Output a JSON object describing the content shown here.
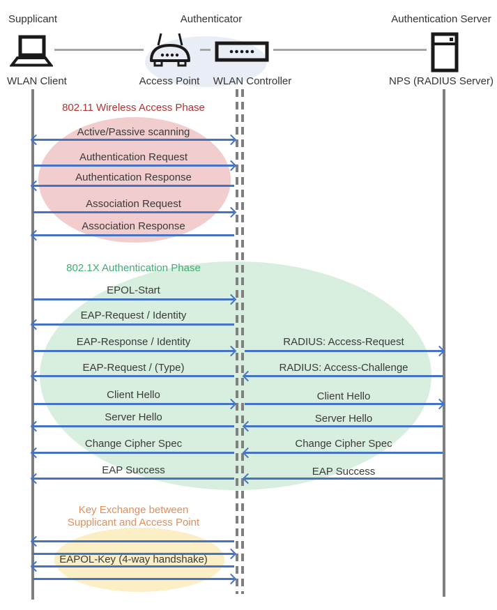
{
  "actors": {
    "supplicant": {
      "role": "Supplicant",
      "device": "WLAN Client"
    },
    "authenticator": {
      "role": "Authenticator",
      "ap_label": "Access Point",
      "controller_label": "WLAN Controller"
    },
    "auth_server": {
      "role": "Authentication Server",
      "device": "NPS (RADIUS Server)"
    }
  },
  "colors": {
    "arrow": "#4472c4",
    "lifeline": "#7f7f7f",
    "phase1_fill": "#f1cdcd",
    "phase1_title": "#b03333",
    "phase2_fill": "#d8eedf",
    "phase2_title": "#3fad72",
    "phase3_fill": "#fceec5",
    "phase3_title": "#e08f5f",
    "authenticator_fill": "#e9edf5"
  },
  "phases": [
    {
      "title": "802.11 Wireless Access Phase",
      "messages": [
        {
          "label": "Active/Passive scanning",
          "dir": "both"
        },
        {
          "label": "Authentication Request",
          "dir": "right"
        },
        {
          "label": "Authentication Response",
          "dir": "left"
        },
        {
          "label": "Association Request",
          "dir": "right"
        },
        {
          "label": "Association Response",
          "dir": "left"
        }
      ]
    },
    {
      "title": "802.1X Authentication Phase",
      "left_messages": [
        {
          "label": "EPOL-Start",
          "dir": "right"
        },
        {
          "label": "EAP-Request / Identity",
          "dir": "left"
        },
        {
          "label": "EAP-Response / Identity",
          "dir": "right"
        },
        {
          "label": "EAP-Request / (Type)",
          "dir": "left"
        },
        {
          "label": "Client Hello",
          "dir": "right"
        },
        {
          "label": "Server Hello",
          "dir": "left"
        },
        {
          "label": "Change Cipher Spec",
          "dir": "left"
        },
        {
          "label": "EAP Success",
          "dir": "left"
        }
      ],
      "right_messages": [
        {
          "label": "RADIUS: Access-Request",
          "dir": "right"
        },
        {
          "label": "RADIUS: Access-Challenge",
          "dir": "left"
        },
        {
          "label": "Client Hello",
          "dir": "right"
        },
        {
          "label": "Server Hello",
          "dir": "left"
        },
        {
          "label": "Change Cipher Spec",
          "dir": "left"
        },
        {
          "label": "EAP Success",
          "dir": "left"
        }
      ]
    },
    {
      "title_line1": "Key Exchange between",
      "title_line2": "Supplicant and Access Point",
      "handshake_label": "EAPOL-Key (4-way handshake)",
      "arrow_dirs": [
        "left",
        "right",
        "left",
        "right"
      ]
    }
  ]
}
